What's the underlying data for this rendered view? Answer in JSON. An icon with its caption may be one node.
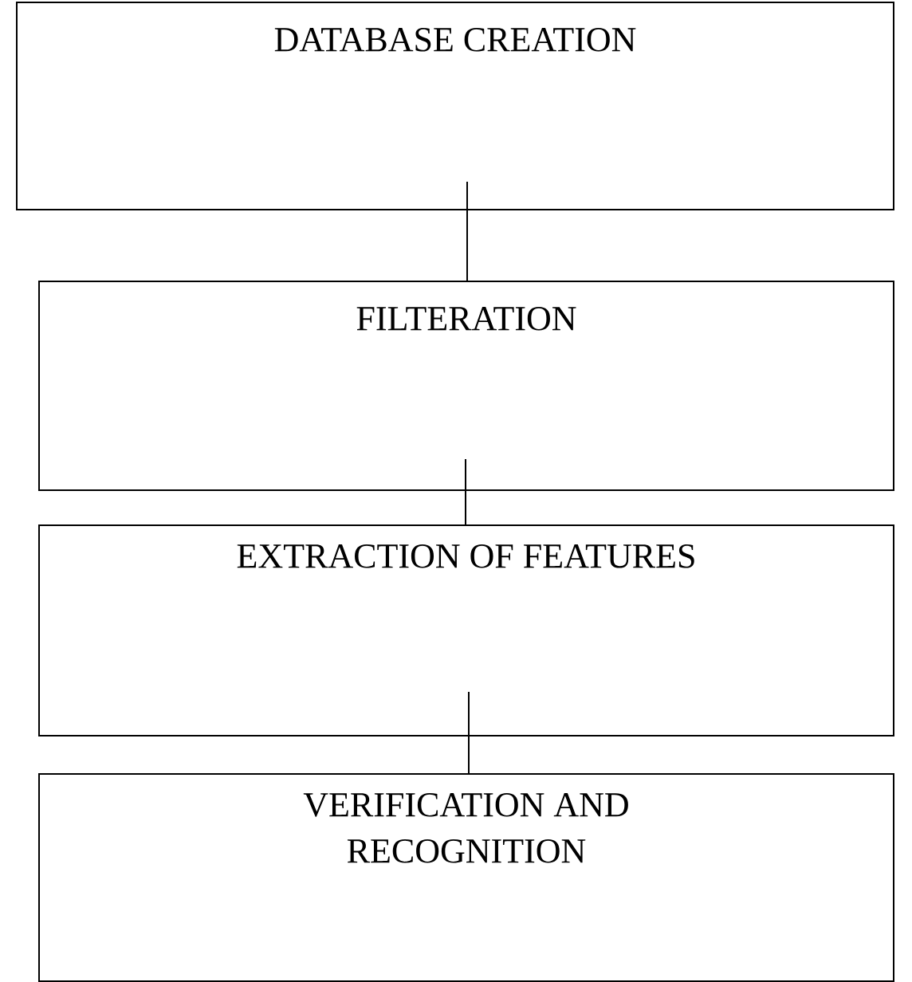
{
  "diagram": {
    "nodes": [
      {
        "text": [
          "DATABASE CREATION"
        ]
      },
      {
        "text": [
          "FILTERATION"
        ]
      },
      {
        "text": [
          "EXTRACTION OF FEATURES"
        ]
      },
      {
        "text": [
          "VERIFICATION AND RECOGNITION"
        ]
      }
    ],
    "edges": [
      {
        "from": 0,
        "to": 1,
        "arrow": "none"
      },
      {
        "from": 1,
        "to": 2,
        "arrow": "none"
      },
      {
        "from": 2,
        "to": 3,
        "arrow": "none"
      }
    ]
  }
}
